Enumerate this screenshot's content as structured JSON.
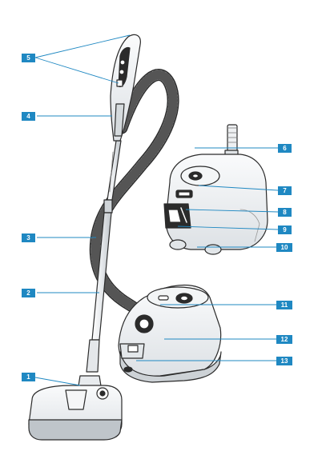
{
  "colors": {
    "callout_fill": "#1f88c2",
    "callout_text": "#ffffff",
    "leader_line": "#1f88c2",
    "outline": "#2b2b2b",
    "body_shade": "#e9ecef",
    "body_light": "#f7f8f9"
  },
  "callouts": [
    {
      "id": "c1",
      "label": "1"
    },
    {
      "id": "c2",
      "label": "2"
    },
    {
      "id": "c3",
      "label": "3"
    },
    {
      "id": "c4",
      "label": "4"
    },
    {
      "id": "c5",
      "label": "5"
    },
    {
      "id": "c6",
      "label": "6"
    },
    {
      "id": "c7",
      "label": "7"
    },
    {
      "id": "c8",
      "label": "8"
    },
    {
      "id": "c9",
      "label": "9"
    },
    {
      "id": "c10",
      "label": "10"
    },
    {
      "id": "c11",
      "label": "11"
    },
    {
      "id": "c12",
      "label": "12"
    },
    {
      "id": "c13",
      "label": "13"
    }
  ]
}
